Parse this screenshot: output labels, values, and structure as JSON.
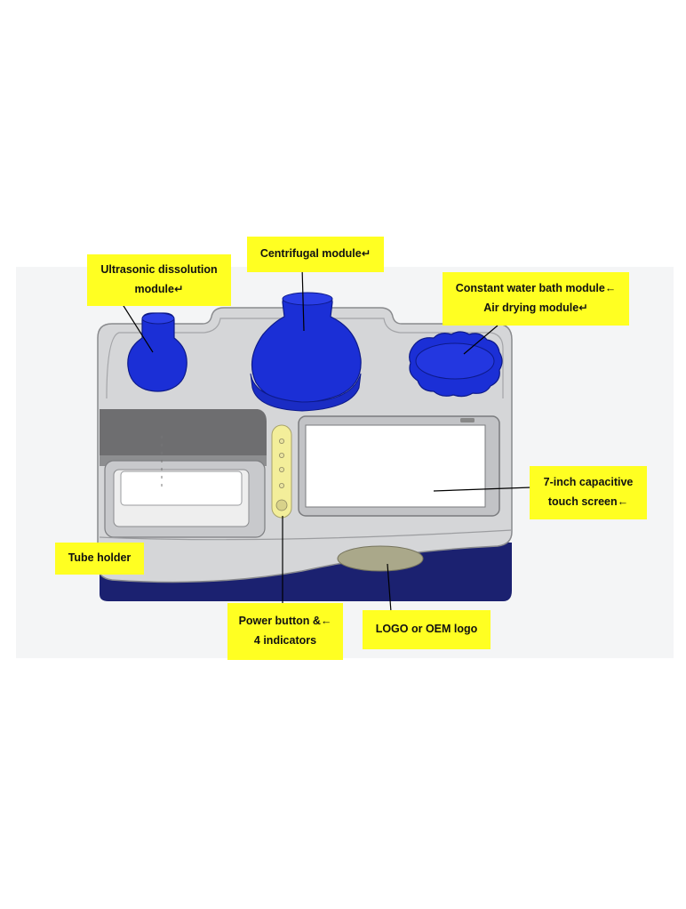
{
  "labels": {
    "ultrasonic": [
      "Ultrasonic dissolution",
      "module↵"
    ],
    "centrifugal": [
      "Centrifugal module↵"
    ],
    "water_bath": [
      "Constant water bath module←",
      "Air drying module↵"
    ],
    "screen": [
      "7-inch capacitive",
      "touch screen←"
    ],
    "tube_holder": [
      "Tube holder"
    ],
    "power": [
      "Power button &←",
      "4 indicators"
    ],
    "logo": [
      "LOGO or OEM logo"
    ]
  },
  "colors": {
    "callout_fill": "#ffff22",
    "module_blue": "#1b2fd6",
    "base_navy": "#1b2170",
    "body_grey": "#d5d6d8",
    "dark_grey": "#6e6e70",
    "led_yellow": "#f3ee9a",
    "logo_plate": "#aaa88a"
  }
}
